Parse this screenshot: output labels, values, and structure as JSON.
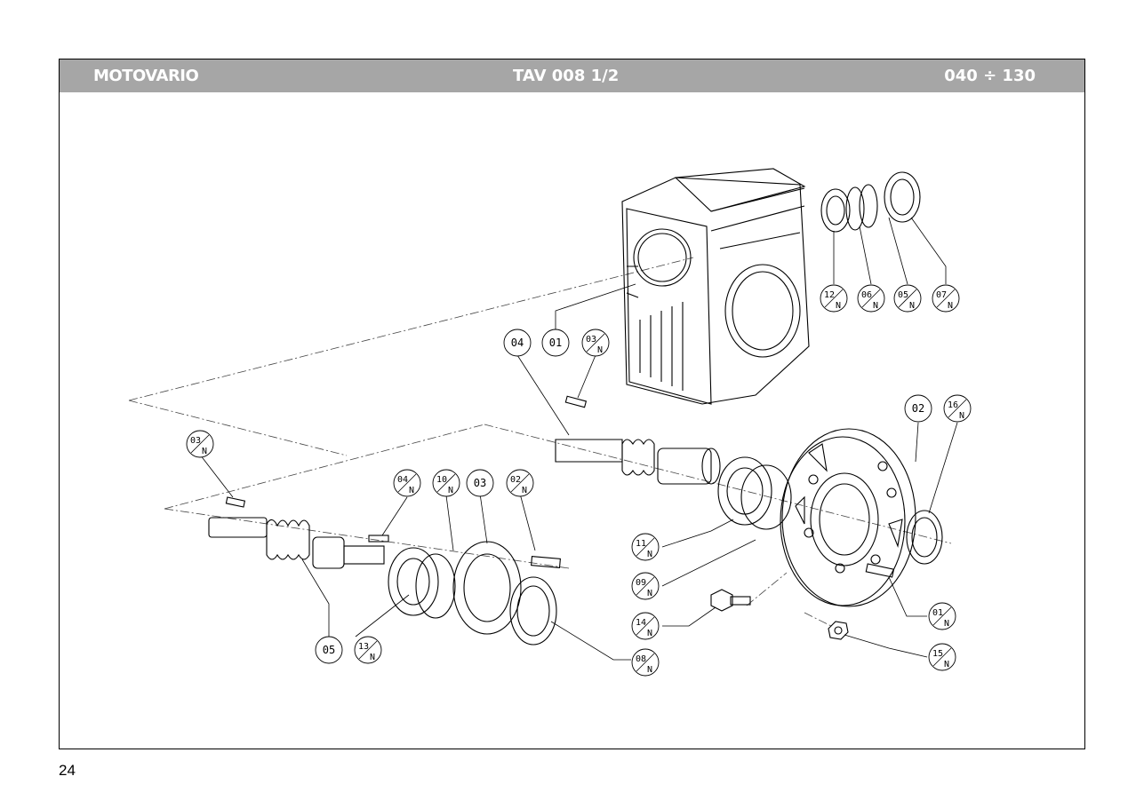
{
  "header": {
    "brand": "MOTOVARIO",
    "table": "TAV 008   1/2",
    "range": "040 ÷ 130"
  },
  "page_number": "24",
  "callouts": [
    {
      "num": "01",
      "n": false
    },
    {
      "num": "04",
      "n": false
    },
    {
      "num": "03",
      "n": true
    },
    {
      "num": "12",
      "n": true
    },
    {
      "num": "06",
      "n": true
    },
    {
      "num": "05",
      "n": true
    },
    {
      "num": "07",
      "n": true
    },
    {
      "num": "02",
      "n": false
    },
    {
      "num": "16",
      "n": true
    },
    {
      "num": "03",
      "n": true
    },
    {
      "num": "04",
      "n": true
    },
    {
      "num": "10",
      "n": true
    },
    {
      "num": "03",
      "n": false
    },
    {
      "num": "02",
      "n": true
    },
    {
      "num": "11",
      "n": true
    },
    {
      "num": "09",
      "n": true
    },
    {
      "num": "14",
      "n": true
    },
    {
      "num": "01",
      "n": true
    },
    {
      "num": "15",
      "n": true
    },
    {
      "num": "05",
      "n": false
    },
    {
      "num": "13",
      "n": true
    },
    {
      "num": "08",
      "n": true
    }
  ]
}
